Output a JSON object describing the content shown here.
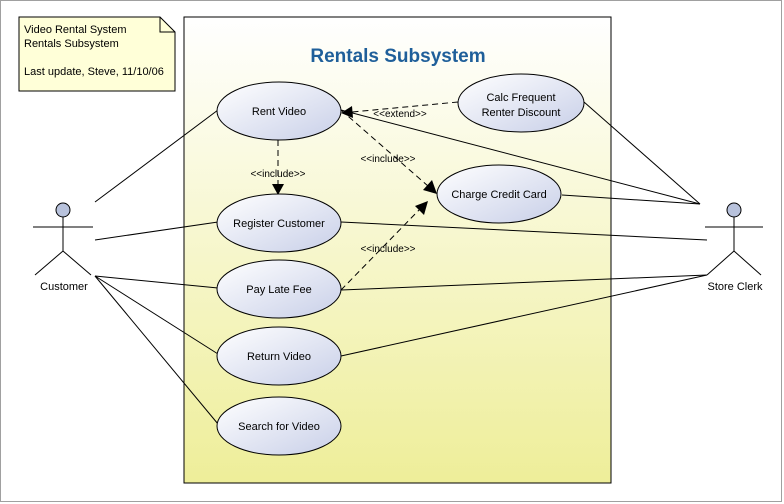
{
  "note": {
    "line1": "Video Rental System",
    "line2": "Rentals Subsystem",
    "line3": "Last update, Steve, 11/10/06"
  },
  "system": {
    "title": "Rentals Subsystem",
    "fill_top": "#ffffff",
    "fill_bottom": "#eeee99",
    "title_color": "#1f5f9a"
  },
  "actors": {
    "customer": "Customer",
    "store_clerk": "Store Clerk"
  },
  "use_cases": {
    "rent_video": "Rent Video",
    "register_customer": "Register Customer",
    "pay_late_fee": "Pay Late Fee",
    "return_video": "Return Video",
    "search_for_video": "Search for Video",
    "calc_frequent_line1": "Calc Frequent",
    "calc_frequent_line2": "Renter Discount",
    "charge_credit_card": "Charge Credit Card"
  },
  "relations": {
    "include_register": "<<include>>",
    "include_charge_from_rent": "<<include>>",
    "include_charge_from_pay": "<<include>>",
    "extend_calc": "<<extend>>"
  },
  "colors": {
    "usecase_fill_top": "#ffffff",
    "usecase_fill_bottom": "#c8cfe8",
    "actor_head": "#b8c2dc",
    "note_fill": "#ffffd8"
  }
}
